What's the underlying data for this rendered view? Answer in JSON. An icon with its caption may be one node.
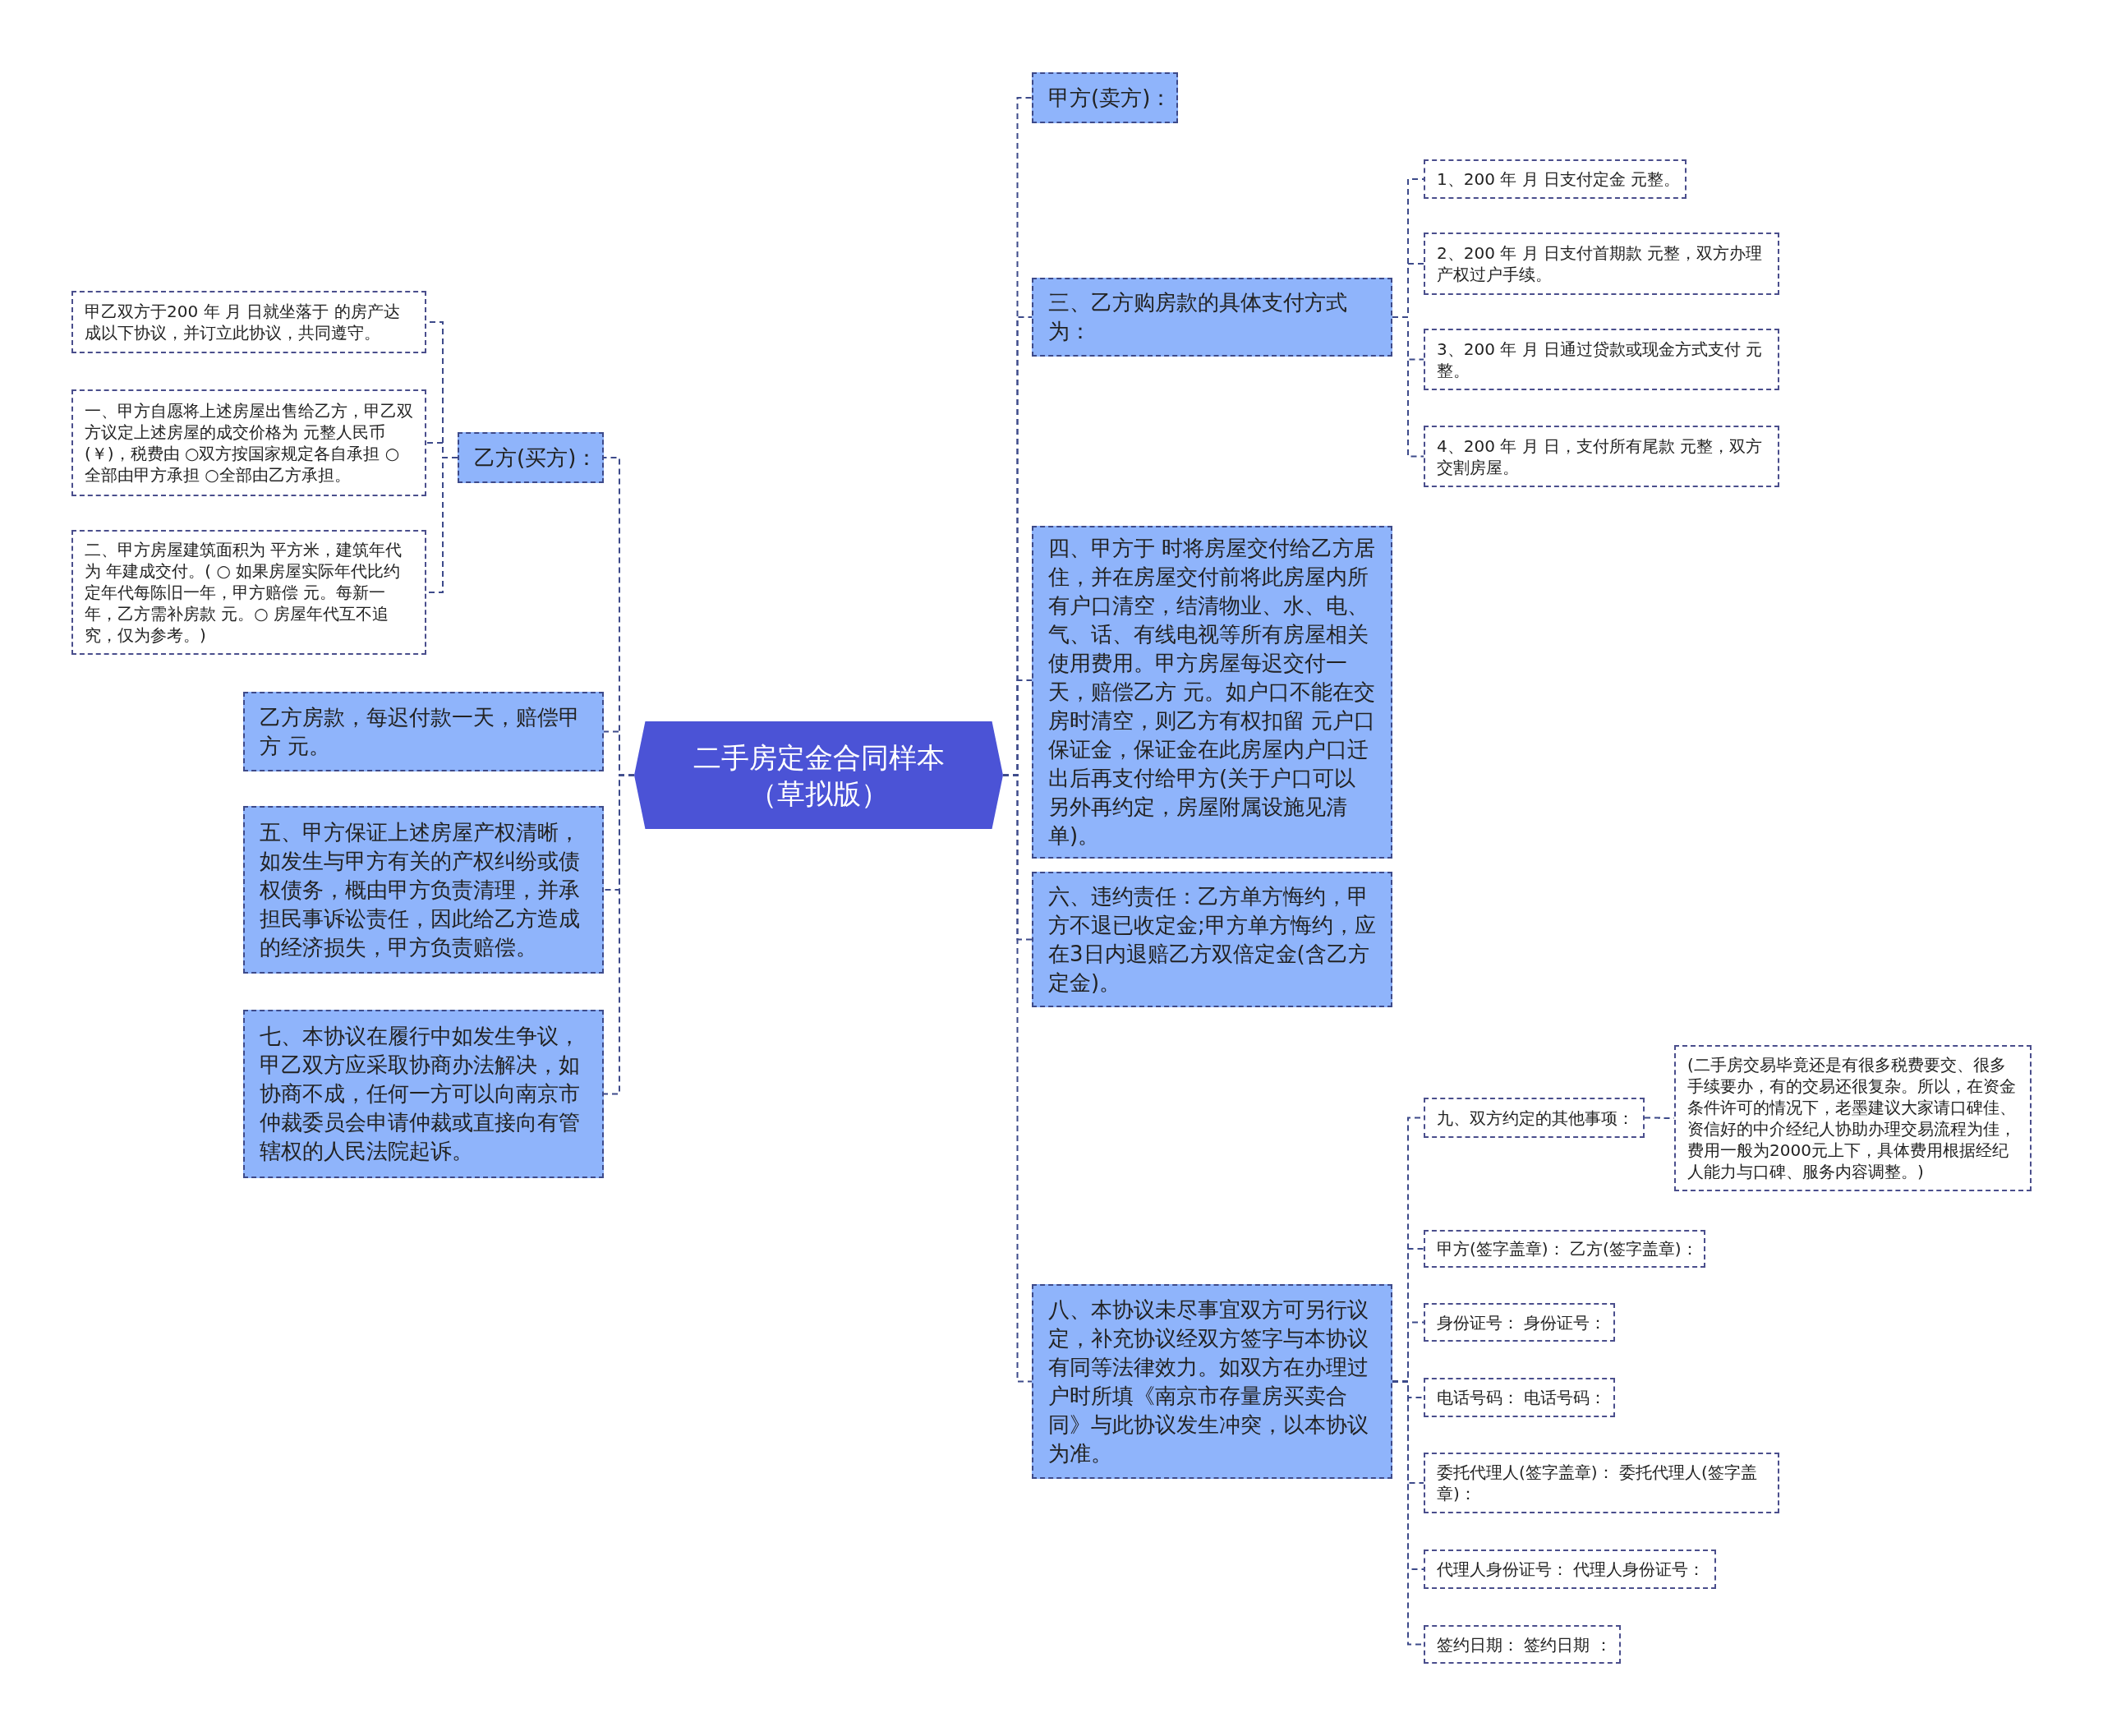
{
  "diagram": {
    "nodes": [
      {
        "text": [
          "二手房定金合同样本（草拟版）"
        ]
      },
      {
        "text": [
          "乙方(买方)："
        ]
      },
      {
        "text": [
          "甲乙双方于200 年 月 日就坐落于 的房产达成以下协议，并订立此协议，共同遵守。"
        ]
      },
      {
        "text": [
          "一、甲方自愿将上述房屋出售给乙方，甲乙双方议定上述房屋的成交价格为 元整人民币(￥)，税费由 ○双方按国家规定各自承担 ○全部由甲方承担 ○全部由乙方承担。"
        ]
      },
      {
        "text": [
          "二、甲方房屋建筑面积为 平方米，建筑年代为 年建成交付。( ○ 如果房屋实际年代比约定年代每陈旧一年，甲方赔偿 元。每新一年，乙方需补房款 元。○ 房屋年代互不追究，仅为参考。)"
        ]
      },
      {
        "text": [
          "乙方房款，每迟付款一天，赔偿甲方 元。"
        ]
      },
      {
        "text": [
          "五、甲方保证上述房屋产权清晰，如发生与甲方有关的产权纠纷或债权债务，概由甲方负责清理，并承担民事诉讼责任，因此给乙方造成的经济损失，甲方负责赔偿。"
        ]
      },
      {
        "text": [
          "七、本协议在履行中如发生争议，甲乙双方应采取协商办法解决，如协商不成，任何一方可以向南京市仲裁委员会申请仲裁或直接向有管辖权的人民法院起诉。"
        ]
      },
      {
        "text": [
          "甲方(卖方)："
        ]
      },
      {
        "text": [
          "三、乙方购房款的具体支付方式为："
        ]
      },
      {
        "text": [
          "1、200 年 月 日支付定金 元整。"
        ]
      },
      {
        "text": [
          "2、200 年 月 日支付首期款 元整，双方办理产权过户手续。"
        ]
      },
      {
        "text": [
          "3、200 年 月 日通过贷款或现金方式支付 元整。"
        ]
      },
      {
        "text": [
          "4、200 年 月 日，支付所有尾款 元整，双方交割房屋。"
        ]
      },
      {
        "text": [
          "四、甲方于 时将房屋交付给乙方居住，并在房屋交付前将此房屋内所有户口清空，结清物业、水、电、气、话、有线电视等所有房屋相关使用费用。甲方房屋每迟交付一天，赔偿乙方 元。如户口不能在交房时清空，则乙方有权扣留 元户口保证金，保证金在此房屋内户口迁出后再支付给甲方(关于户口可以另外再约定，房屋附属设施见清单)。"
        ]
      },
      {
        "text": [
          "六、违约责任：乙方单方悔约，甲方不退已收定金;甲方单方悔约，应在3日内退赔乙方双倍定金(含乙方定金)。"
        ]
      },
      {
        "text": [
          "八、本协议未尽事宜双方可另行议定，补充协议经双方签字与本协议有同等法律效力。如双方在办理过户时所填《南京市存量房买卖合同》与此协议发生冲突，以本协议为准。"
        ]
      },
      {
        "text": [
          "九、双方约定的其他事项："
        ]
      },
      {
        "text": [
          "(二手房交易毕竟还是有很多税费要交、很多手续要办，有的交易还很复杂。所以，在资金条件许可的情况下，老墨建议大家请口碑佳、资信好的中介经纪人协助办理交易流程为佳，费用一般为2000元上下，具体费用根据经纪人能力与口碑、服务内容调整。)"
        ]
      },
      {
        "text": [
          "甲方(签字盖章)： 乙方(签字盖章)："
        ]
      },
      {
        "text": [
          "身份证号： 身份证号："
        ]
      },
      {
        "text": [
          "电话号码： 电话号码："
        ]
      },
      {
        "text": [
          "委托代理人(签字盖章)： 委托代理人(签字盖章)："
        ]
      },
      {
        "text": [
          "代理人身份证号： 代理人身份证号："
        ]
      },
      {
        "text": [
          "签约日期： 签约日期 ："
        ]
      }
    ],
    "edges": [
      {
        "from": 0,
        "to": 1,
        "arrow": "none"
      },
      {
        "from": 1,
        "to": 2,
        "arrow": "none"
      },
      {
        "from": 1,
        "to": 3,
        "arrow": "none"
      },
      {
        "from": 1,
        "to": 4,
        "arrow": "none"
      },
      {
        "from": 0,
        "to": 5,
        "arrow": "none"
      },
      {
        "from": 0,
        "to": 6,
        "arrow": "none"
      },
      {
        "from": 0,
        "to": 7,
        "arrow": "none"
      },
      {
        "from": 0,
        "to": 8,
        "arrow": "none"
      },
      {
        "from": 0,
        "to": 9,
        "arrow": "none"
      },
      {
        "from": 9,
        "to": 10,
        "arrow": "none"
      },
      {
        "from": 9,
        "to": 11,
        "arrow": "none"
      },
      {
        "from": 9,
        "to": 12,
        "arrow": "none"
      },
      {
        "from": 9,
        "to": 13,
        "arrow": "none"
      },
      {
        "from": 0,
        "to": 14,
        "arrow": "none"
      },
      {
        "from": 0,
        "to": 15,
        "arrow": "none"
      },
      {
        "from": 0,
        "to": 16,
        "arrow": "none"
      },
      {
        "from": 16,
        "to": 17,
        "arrow": "none"
      },
      {
        "from": 17,
        "to": 18,
        "arrow": "none"
      },
      {
        "from": 16,
        "to": 19,
        "arrow": "none"
      },
      {
        "from": 16,
        "to": 20,
        "arrow": "none"
      },
      {
        "from": 16,
        "to": 21,
        "arrow": "none"
      },
      {
        "from": 16,
        "to": 22,
        "arrow": "none"
      },
      {
        "from": 16,
        "to": 23,
        "arrow": "none"
      },
      {
        "from": 16,
        "to": 24,
        "arrow": "none"
      }
    ]
  }
}
